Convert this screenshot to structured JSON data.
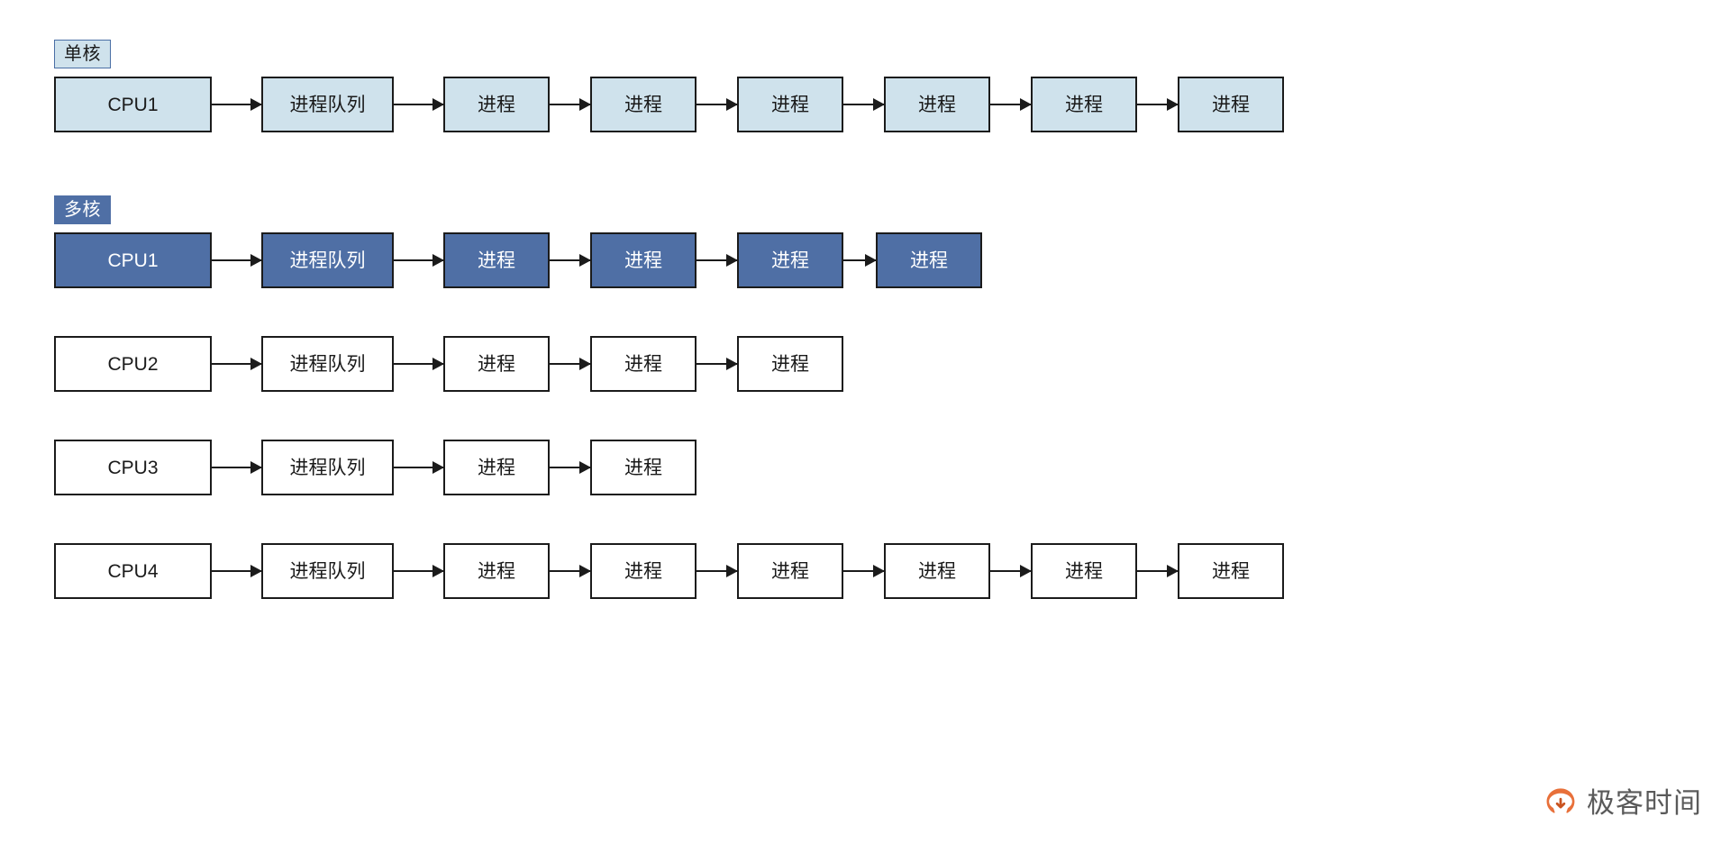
{
  "diagram": {
    "title_tags": {
      "single_core": "单核",
      "multi_core": "多核"
    },
    "colors": {
      "light_fill": "#cfe2ec",
      "dark_fill": "#4f6fa5",
      "white_fill": "#ffffff",
      "stroke": "#1b1b1b",
      "tag_single_border": "#4a6fa5",
      "watermark_logo": "#e8703a",
      "watermark_text": "#5a5a5a"
    },
    "labels": {
      "cpu1": "CPU1",
      "cpu2": "CPU2",
      "cpu3": "CPU3",
      "cpu4": "CPU4",
      "queue": "进程队列",
      "process": "进程"
    },
    "rows": [
      {
        "id": "single-core-cpu1",
        "section": "单核",
        "style": "light",
        "nodes": [
          "CPU1",
          "进程队列",
          "进程",
          "进程",
          "进程",
          "进程",
          "进程",
          "进程"
        ]
      },
      {
        "id": "multi-core-cpu1",
        "section": "多核",
        "style": "dark",
        "nodes": [
          "CPU1",
          "进程队列",
          "进程",
          "进程",
          "进程",
          "进程"
        ]
      },
      {
        "id": "multi-core-cpu2",
        "section": "多核",
        "style": "white",
        "nodes": [
          "CPU2",
          "进程队列",
          "进程",
          "进程",
          "进程"
        ]
      },
      {
        "id": "multi-core-cpu3",
        "section": "多核",
        "style": "white",
        "nodes": [
          "CPU3",
          "进程队列",
          "进程",
          "进程"
        ]
      },
      {
        "id": "multi-core-cpu4",
        "section": "多核",
        "style": "white",
        "nodes": [
          "CPU4",
          "进程队列",
          "进程",
          "进程",
          "进程",
          "进程",
          "进程",
          "进程"
        ]
      }
    ]
  },
  "watermark": {
    "text": "极客时间",
    "logo_icon": "geektime-logo-icon"
  }
}
